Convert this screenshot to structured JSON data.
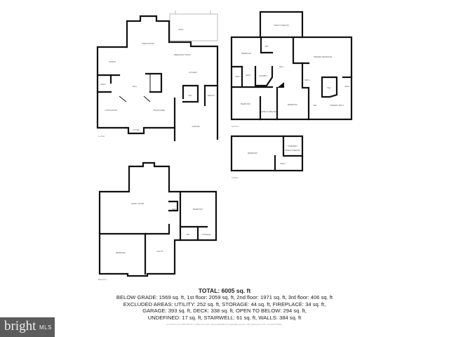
{
  "floors": {
    "first": {
      "label": "1st Floor",
      "rooms": [
        "DECK",
        "GREAT ROOM",
        "BREAKFAST NOOK",
        "OFFICE",
        "KITCHEN",
        "BATH",
        "HALL",
        "WIC",
        "PANTRY",
        "LIVING ROOM",
        "DINING AREA",
        "FOYER",
        "GARAGE"
      ]
    },
    "second": {
      "label": "2nd Floor",
      "rooms": [
        "OPEN TO BELOW",
        "BEDROOM",
        "WIC",
        "PRIMARY BEDROOM",
        "HALL",
        "BATH",
        "BATH",
        "LAUNDRY",
        "BATH",
        "WIC",
        "BATH",
        "BEDROOM",
        "OPEN TO BELOW",
        "BEDROOM",
        "WIC",
        "PRIMARY BATH"
      ]
    },
    "third": {
      "label": "3rd Floor",
      "rooms": [
        "BEDROOM",
        "STAIRWELL",
        "OPEN TO BELOW",
        "BATH"
      ]
    },
    "basement": {
      "label": "Basement 1",
      "rooms": [
        "FAMILY ROOM",
        "BATH",
        "BEDROOM",
        "WIC",
        "STORAGE",
        "BEDROOM",
        "UTILITY"
      ]
    }
  },
  "summary": {
    "total": "TOTAL: 6005 sq. ft",
    "lines": [
      "BELOW GRADE: 1569 sq. ft, 1st floor: 2059 sq. ft, 2nd floor: 1971 sq. ft, 3rd floor: 406 sq. ft",
      "EXCLUDED AREAS: UTILITY: 252 sq. ft, STORAGE: 44 sq. ft, FIREPLACE: 34 sq. ft,",
      "GARAGE: 393 sq. ft, DECK: 338 sq. ft, OPEN TO BELOW: 294 sq. ft,",
      "UNDEFINED: 17 sq. ft, STAIRWELL: 61 sq. ft, WALLS: 384 sq. ft"
    ],
    "note": "FLOOR PLAN CREATED BY CUBICASA APP. MEASUREMENTS DEEMED HIGHLY RELIABLE BUT NOT GUARANTEED."
  },
  "logo": {
    "brand": "bright",
    "suffix": "MLS",
    "background": "#5c5c5c"
  }
}
